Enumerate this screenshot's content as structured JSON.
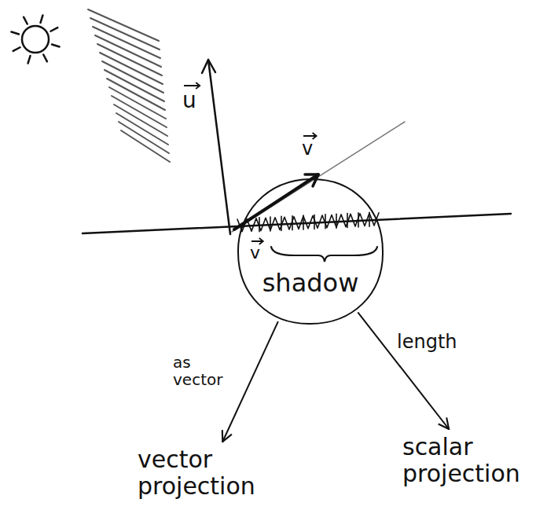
{
  "diagram": {
    "nodes": [
      {
        "text": [
          "shadow"
        ]
      },
      {
        "text": [
          "vector projection"
        ]
      },
      {
        "text": [
          "scalar projection"
        ]
      }
    ],
    "edges": [
      {
        "from": 0,
        "to": 1,
        "arrow": "to",
        "label": "as vector"
      },
      {
        "from": 0,
        "to": 2,
        "arrow": "to",
        "label": "length"
      }
    ],
    "labels": [
      "u",
      "v",
      "v"
    ]
  }
}
